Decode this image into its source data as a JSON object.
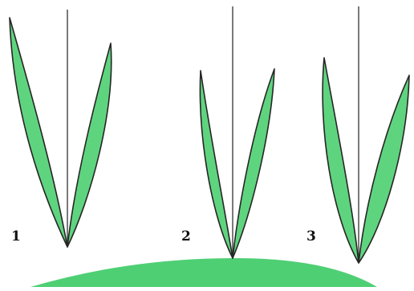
{
  "figure": {
    "plants": [
      {
        "label": "1"
      },
      {
        "label": "2"
      },
      {
        "label": "3"
      }
    ],
    "colors": {
      "leaf_fill": "#5fd47f",
      "leaf_outline": "#262626",
      "axis_line": "#333333",
      "ground_mound": "#4fcf74",
      "background": "#ffffff"
    }
  }
}
